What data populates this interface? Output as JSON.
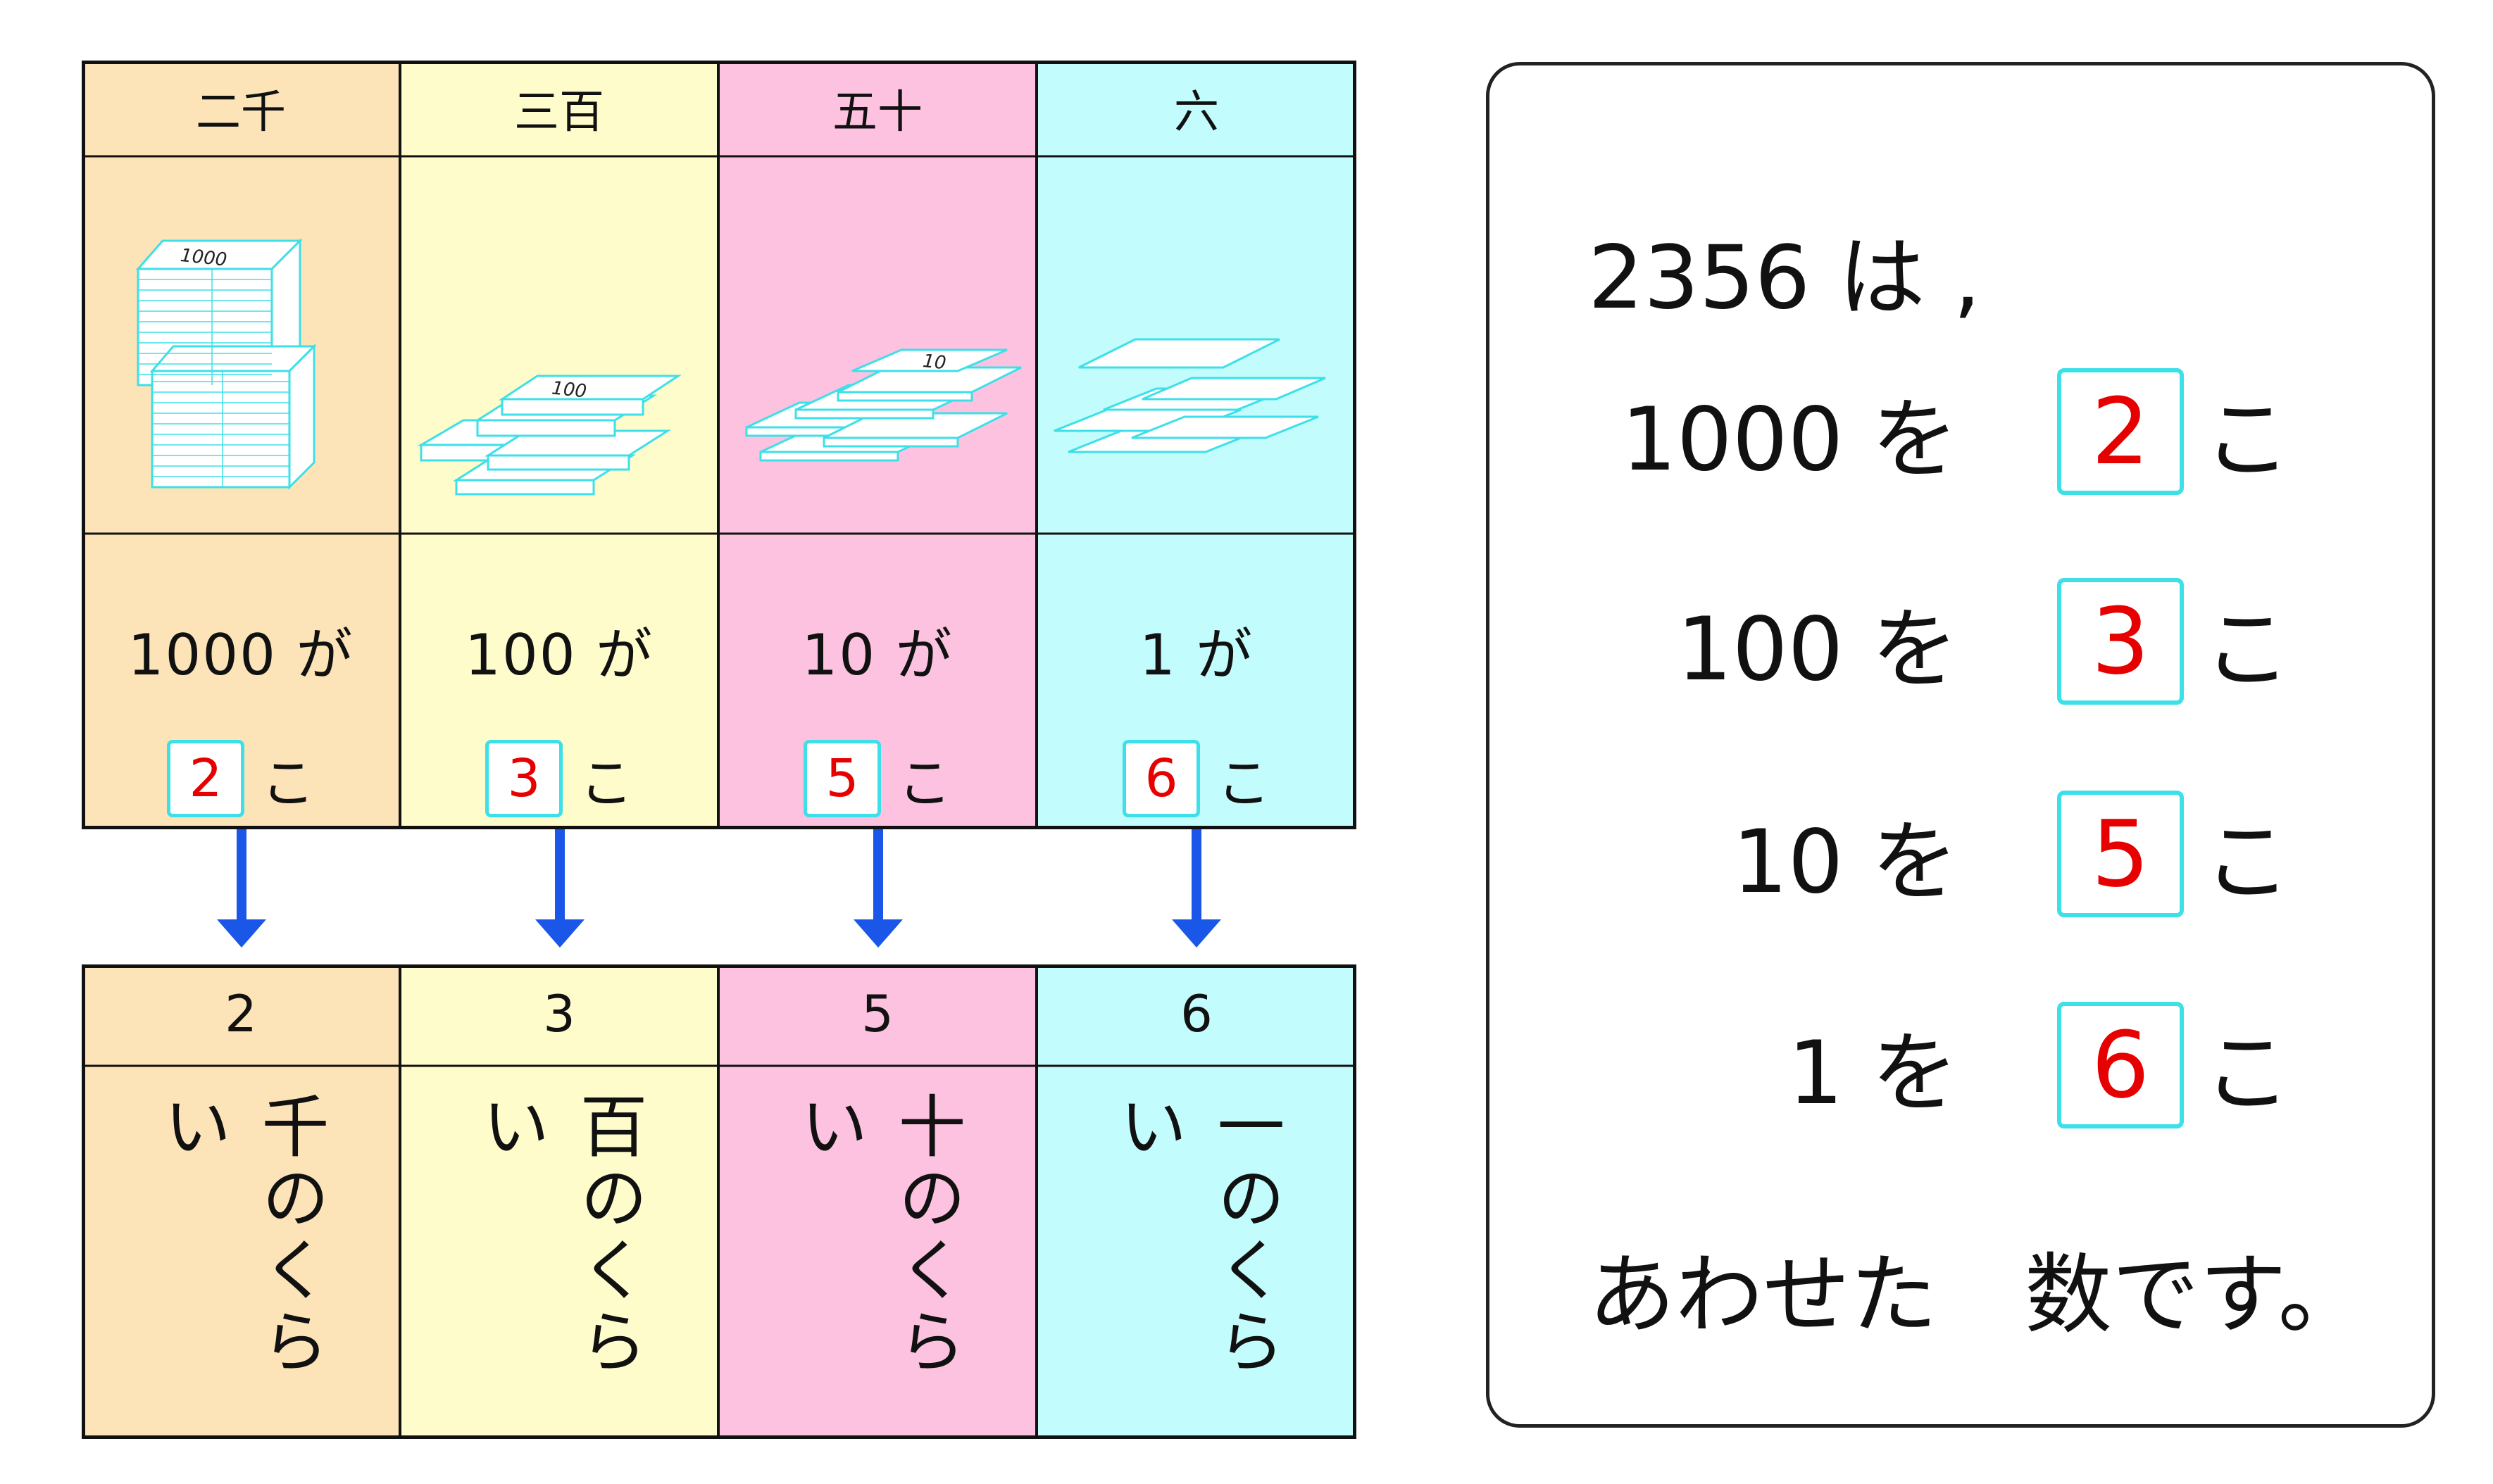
{
  "table": {
    "columns": [
      {
        "header": "二千",
        "count_label": "1000 が",
        "count_value": "2",
        "counter": "こ",
        "digit": "2",
        "place": "千のくらい",
        "color": "#fce4b8"
      },
      {
        "header": "三百",
        "count_label": "100 が",
        "count_value": "3",
        "counter": "こ",
        "digit": "3",
        "place": "百のくらい",
        "color": "#fffccc"
      },
      {
        "header": "五十",
        "count_label": "10 が",
        "count_value": "5",
        "counter": "こ",
        "digit": "5",
        "place": "十のくらい",
        "color": "#fcc2e0"
      },
      {
        "header": "六",
        "count_label": "1 が",
        "count_value": "6",
        "counter": "こ",
        "digit": "6",
        "place": "一のくらい",
        "color": "#c2fcfc"
      }
    ],
    "note_labels": [
      "1000",
      "100",
      "10"
    ]
  },
  "arrow_color": "#1a56e8",
  "answer_color": "#e60000",
  "box_border_color": "#3de0e8",
  "panel": {
    "intro": "2356 は ,",
    "rows": [
      {
        "unit": "1000 を",
        "value": "2",
        "counter": "こ"
      },
      {
        "unit": "100 を",
        "value": "3",
        "counter": "こ"
      },
      {
        "unit": "10 を",
        "value": "5",
        "counter": "こ"
      },
      {
        "unit": "1 を",
        "value": "6",
        "counter": "こ"
      }
    ],
    "outro": "あわせた　数です。"
  }
}
